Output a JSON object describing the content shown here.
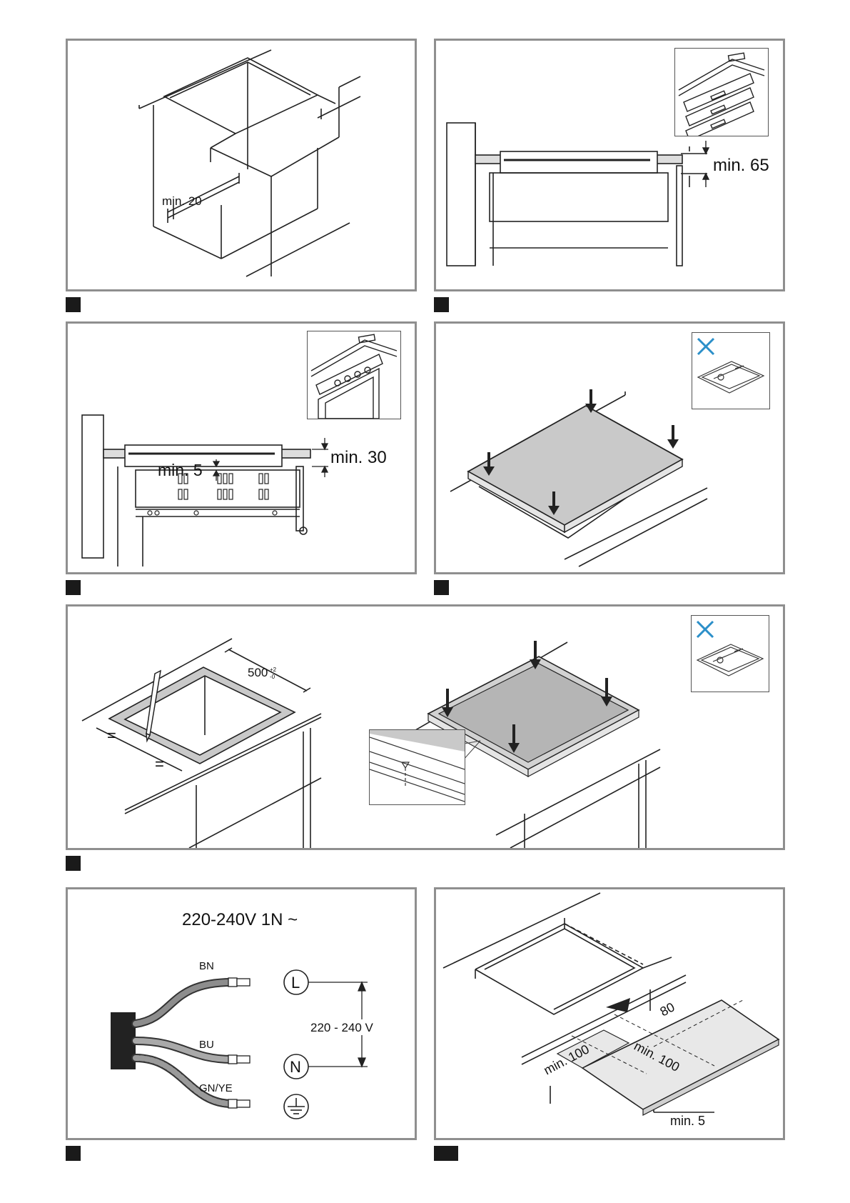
{
  "figures": [
    {
      "id": "fig1",
      "labels": {
        "min": "min. 20"
      }
    },
    {
      "id": "fig2",
      "labels": {
        "min": "min. 65"
      }
    },
    {
      "id": "fig3",
      "labels": {
        "min_a": "min. 5",
        "min_b": "min. 30"
      }
    },
    {
      "id": "fig4",
      "labels": {}
    },
    {
      "id": "fig5",
      "labels": {
        "width": "500",
        "tol_plus": "+2",
        "tol_minus": "-0",
        "equal_a": "=",
        "equal_b": "="
      }
    },
    {
      "id": "fig6",
      "labels": {
        "voltage_title": "220-240V 1N ~",
        "bn": "BN",
        "bu": "BU",
        "gnye": "GN/YE",
        "l": "L",
        "n": "N",
        "range": "220 - 240 V"
      }
    },
    {
      "id": "fig7",
      "labels": {
        "d80": "80",
        "min100a": "min. 100",
        "min100b": "min. 100",
        "min5": "min. 5"
      }
    }
  ],
  "colors": {
    "panel_border": "#8f8f8f",
    "marker": "#1a1a1a",
    "forbidden_x": "#2b8fc9",
    "glass": "#c9c9c9"
  }
}
